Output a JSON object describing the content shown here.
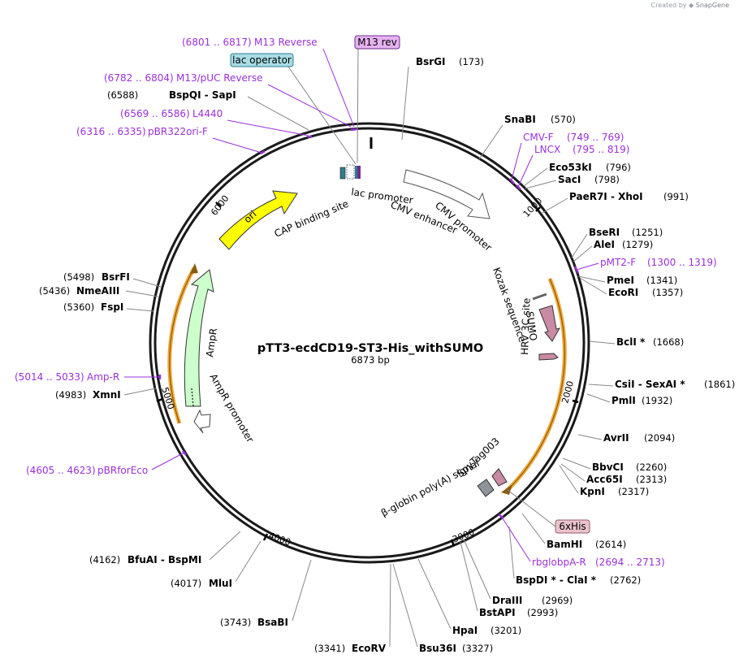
{
  "credit": {
    "prefix": "Created by",
    "brand": "SnapGene"
  },
  "plasmid": {
    "name": "pTT3-ecdCD19-ST3-His_withSUMO",
    "size_label": "6873 bp",
    "length": 6873
  },
  "colors": {
    "backbone": "#1a1a1a",
    "primer": "#9b30d9",
    "ori": "#ffff00",
    "ampr": "#ccffcc",
    "sumo": "#c98aa4",
    "orf_highlight": "#f2a93b",
    "lac_operator_tag": "#a8dce6",
    "his_tag": "#ebc3cd"
  },
  "ticks": [
    "1000",
    "2000",
    "3000",
    "4000",
    "5000",
    "6000"
  ],
  "enzymes": [
    {
      "name": "BsrGI",
      "pos": "(173)"
    },
    {
      "name": "SnaBI",
      "pos": "(570)"
    },
    {
      "name": "Eco53kI",
      "pos": "(796)"
    },
    {
      "name": "SacI",
      "pos": "(798)"
    },
    {
      "name": "PaeR7I",
      "dash": "-",
      "name2": "XhoI",
      "pos": "(991)"
    },
    {
      "name": "BseRI",
      "pos": "(1251)"
    },
    {
      "name": "AleI",
      "pos": "(1279)"
    },
    {
      "name": "PmeI",
      "pos": "(1341)"
    },
    {
      "name": "EcoRI",
      "pos": "(1357)"
    },
    {
      "name": "BclI *",
      "pos": "(1668)"
    },
    {
      "name": "CsiI",
      "dash": "-",
      "name2": "SexAI *",
      "pos": "(1861)"
    },
    {
      "name": "PmlI",
      "pos": "(1932)"
    },
    {
      "name": "AvrII",
      "pos": "(2094)"
    },
    {
      "name": "BbvCI",
      "pos": "(2260)"
    },
    {
      "name": "Acc65I",
      "pos": "(2313)"
    },
    {
      "name": "KpnI",
      "pos": "(2317)"
    },
    {
      "name": "BamHI",
      "pos": "(2614)"
    },
    {
      "name": "BspDI *",
      "dash": "-",
      "name2": "ClaI *",
      "pos": "(2762)"
    },
    {
      "name": "DraIII",
      "pos": "(2969)"
    },
    {
      "name": "BstAPI",
      "pos": "(2993)"
    },
    {
      "name": "HpaI",
      "pos": "(3201)"
    },
    {
      "name": "Bsu36I",
      "pos": "(3327)"
    },
    {
      "name": "EcoRV",
      "pos": "(3341)"
    },
    {
      "name": "BsaBI",
      "pos": "(3743)"
    },
    {
      "name": "MluI",
      "pos": "(4017)"
    },
    {
      "name": "BfuAI",
      "dash": "-",
      "name2": "BspMI",
      "pos": "(4162)"
    },
    {
      "name": "XmnI",
      "pos": "(4983)"
    },
    {
      "name": "FspI",
      "pos": "(5360)"
    },
    {
      "name": "NmeAIII",
      "pos": "(5436)"
    },
    {
      "name": "BsrFI",
      "pos": "(5498)"
    },
    {
      "name": "BspQI",
      "dash": "-",
      "name2": "SapI",
      "pos": "(6588)"
    }
  ],
  "primers": [
    {
      "range": "(6801 .. 6817)",
      "name": "M13 Reverse"
    },
    {
      "range": "(6782 .. 6804)",
      "name": "M13/pUC Reverse"
    },
    {
      "range": "(6569 .. 6586)",
      "name": "L4440"
    },
    {
      "range": "(6316 .. 6335)",
      "name": "pBR322ori-F"
    },
    {
      "range": "(749 .. 769)",
      "name": "CMV-F"
    },
    {
      "range": "(795 .. 819)",
      "name": "LNCX"
    },
    {
      "range": "(1300 .. 1319)",
      "name": "pMT2-F"
    },
    {
      "range": "(2694 .. 2713)",
      "name": "rbglobpA-R"
    },
    {
      "range": "(4605 .. 4623)",
      "name": "pBRforEco"
    },
    {
      "range": "(5014 .. 5033)",
      "name": "Amp-R"
    }
  ],
  "tagged_features": [
    {
      "name": "M13 rev"
    },
    {
      "name": "lac operator"
    },
    {
      "name": "6xHis"
    }
  ],
  "features": [
    {
      "name": "lac promoter"
    },
    {
      "name": "CAP binding site"
    },
    {
      "name": "CMV enhancer"
    },
    {
      "name": "CMV promoter"
    },
    {
      "name": "Kozak sequence"
    },
    {
      "name": "SUMO"
    },
    {
      "name": "HRV 3C site"
    },
    {
      "name": "SpyTag003"
    },
    {
      "name": "β-globin poly(A) signal"
    },
    {
      "name": "ori"
    },
    {
      "name": "AmpR"
    },
    {
      "name": "AmpR promoter"
    }
  ]
}
